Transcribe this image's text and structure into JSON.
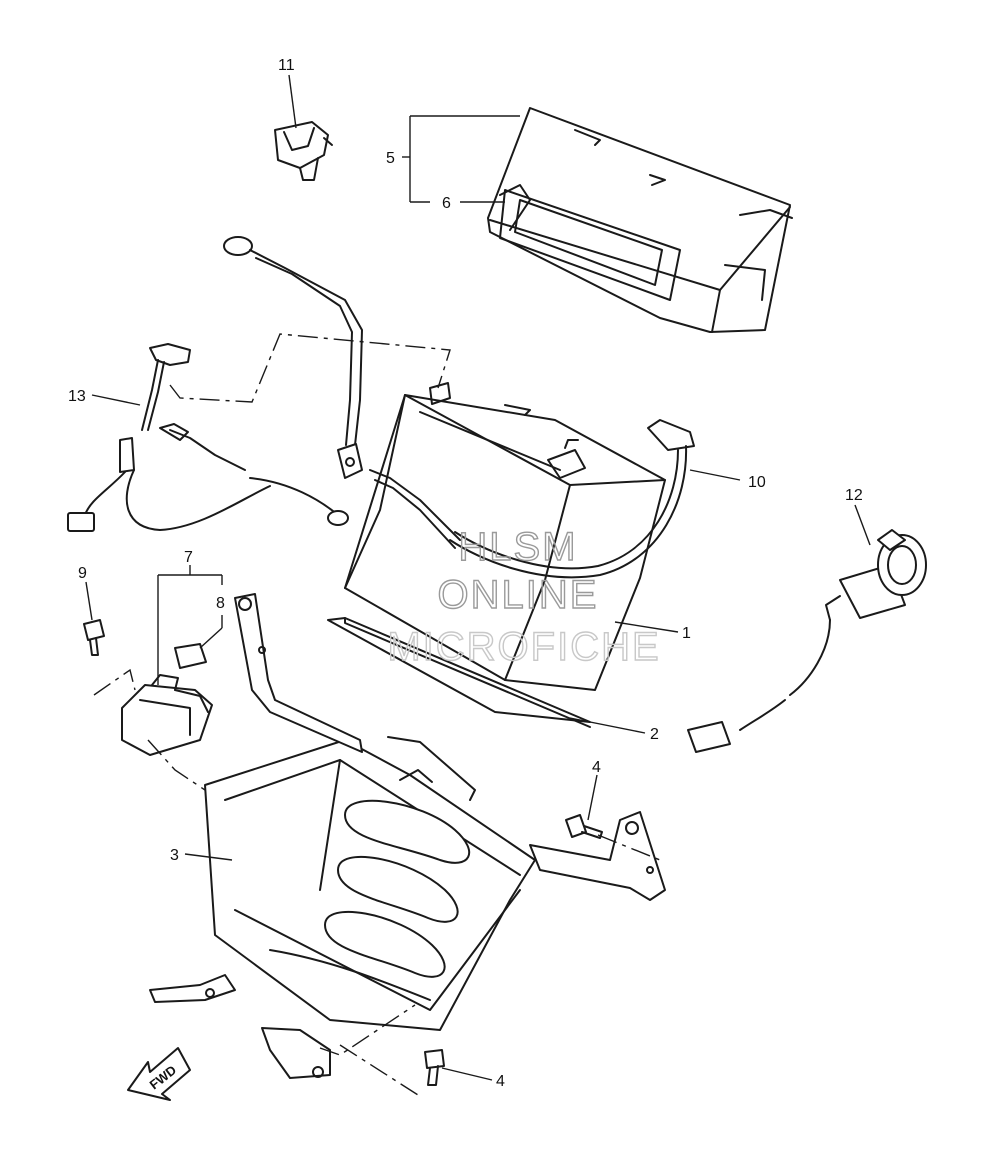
{
  "callouts": {
    "c1": "1",
    "c2": "2",
    "c3": "3",
    "c4a": "4",
    "c4b": "4",
    "c5": "5",
    "c6": "6",
    "c7": "7",
    "c8": "8",
    "c9": "9",
    "c10": "10",
    "c11": "11",
    "c12": "12",
    "c13": "13"
  },
  "watermark": {
    "line1": "HLSM",
    "line2": "ONLINE",
    "line3": "MICROFICHE"
  },
  "direction_arrow": {
    "label": "FWD",
    "icon": "fwd-arrow-icon"
  },
  "colors": {
    "line": "#1a1a1a",
    "watermark": "#9a9a9a",
    "background": "#ffffff"
  }
}
